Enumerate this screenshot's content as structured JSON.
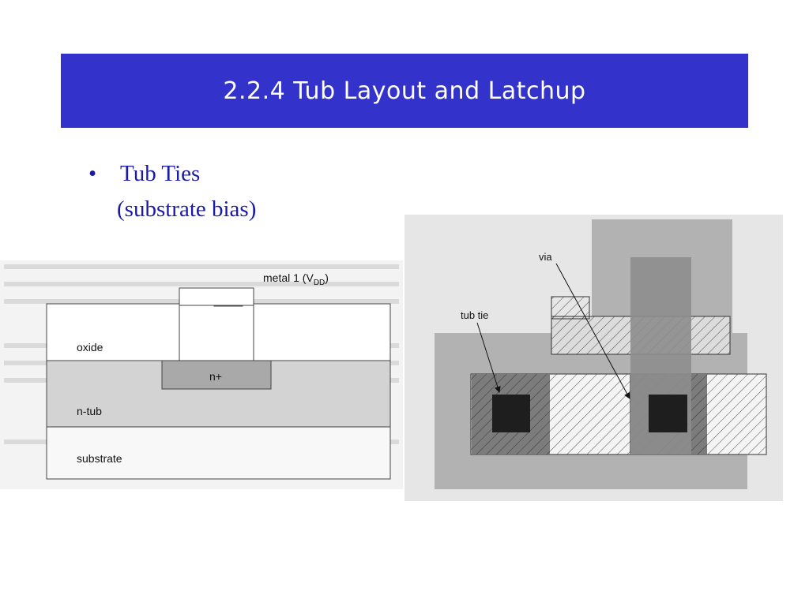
{
  "slide": {
    "title": "2.2.4 Tub Layout and Latchup",
    "bullet_symbol": "•",
    "bullet": "Tub Ties",
    "sub_bullet": "(substrate bias)"
  },
  "cross_section": {
    "metal_label": "metal 1 (V",
    "metal_subscript": "DD",
    "metal_close": ")",
    "oxide_label": "oxide",
    "nplus_label": "n+",
    "ntub_label": "n-tub",
    "substrate_label": "substrate"
  },
  "layout_view": {
    "via_label": "via",
    "tubtie_label": "tub tie"
  },
  "colors": {
    "title_bar": "#3333cc",
    "bullet_text": "#1a1aa6"
  }
}
